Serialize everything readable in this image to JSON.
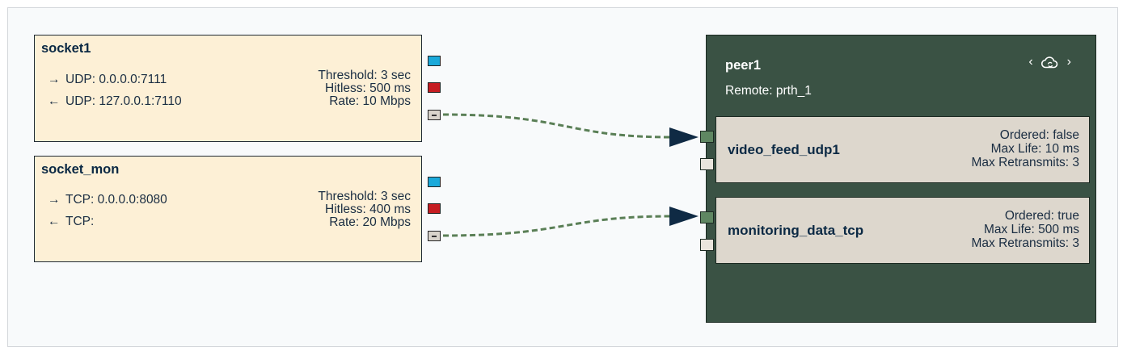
{
  "sockets": [
    {
      "title": "socket1",
      "out_line": "UDP: 0.0.0.0:7111",
      "in_line": "UDP: 127.0.0.1:7110",
      "threshold": "Threshold: 3 sec",
      "hitless": "Hitless: 500 ms",
      "rate": "Rate: 10 Mbps"
    },
    {
      "title": "socket_mon",
      "out_line": "TCP: 0.0.0.0:8080",
      "in_line": "TCP:",
      "threshold": "Threshold: 3 sec",
      "hitless": "Hitless: 400 ms",
      "rate": "Rate: 20 Mbps"
    }
  ],
  "arrows": {
    "out": "→",
    "in": "←"
  },
  "peer": {
    "title": "peer1",
    "remote": "Remote: prth_1",
    "nav_prev": "‹",
    "nav_next": "›",
    "icon": "cloud-sync-icon"
  },
  "channels": [
    {
      "name": "video_feed_udp1",
      "ordered": "Ordered: false",
      "max_life": "Max Life: 10 ms",
      "max_retransmits": "Max Retransmits: 3"
    },
    {
      "name": "monitoring_data_tcp",
      "ordered": "Ordered: true",
      "max_life": "Max Life: 500 ms",
      "max_retransmits": "Max Retransmits: 3"
    }
  ],
  "colors": {
    "socket_fill": "#fdf0d6",
    "peer_fill": "#3a5244",
    "channel_fill": "#ddd7cd",
    "wire": "#5a7f56",
    "arrowhead": "#0f2a44",
    "port_blue": "#1aa9da",
    "port_red": "#c61d22"
  }
}
